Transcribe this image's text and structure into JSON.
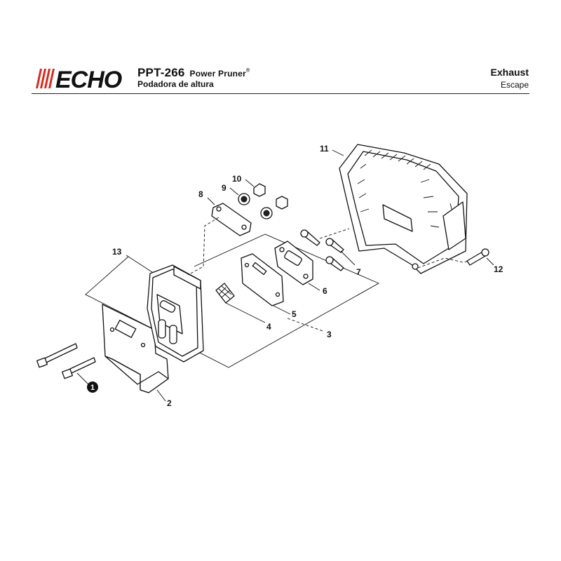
{
  "header": {
    "brand": "ECHO",
    "model": "PPT-266",
    "product_en": "Power Pruner",
    "trademark": "®",
    "product_es": "Podadora de altura",
    "section_en": "Exhaust",
    "section_es": "Escape"
  },
  "callouts": [
    {
      "id": "part-1",
      "label": "1"
    },
    {
      "id": "part-2",
      "label": "2"
    },
    {
      "id": "part-3",
      "label": "3"
    },
    {
      "id": "part-4",
      "label": "4"
    },
    {
      "id": "part-5",
      "label": "5"
    },
    {
      "id": "part-6",
      "label": "6"
    },
    {
      "id": "part-7",
      "label": "7"
    },
    {
      "id": "part-8",
      "label": "8"
    },
    {
      "id": "part-9",
      "label": "9"
    },
    {
      "id": "part-10",
      "label": "10"
    },
    {
      "id": "part-11",
      "label": "11"
    },
    {
      "id": "part-12",
      "label": "12"
    },
    {
      "id": "part-13",
      "label": "13"
    }
  ],
  "colors": {
    "ink": "#111111",
    "brand_red": "#d8281f",
    "background": "#ffffff"
  }
}
